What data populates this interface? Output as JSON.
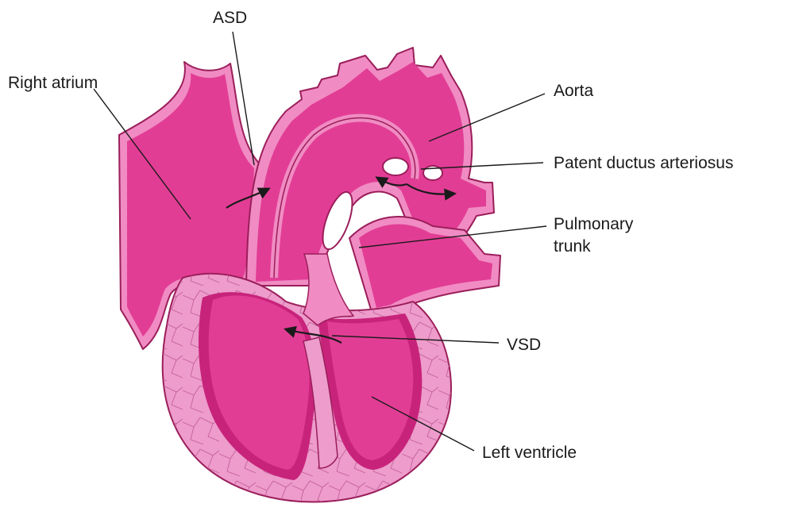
{
  "labels": {
    "asd": "ASD",
    "right_atrium": "Right atrium",
    "aorta": "Aorta",
    "pda": "Patent ductus arteriosus",
    "pulmonary_line1": "Pulmonary",
    "pulmonary_line2": "trunk",
    "vsd": "VSD",
    "left_ventricle": "Left ventricle"
  },
  "colors": {
    "tissue": "#e23d95",
    "wall": "#f08cc3",
    "myocardium": "#ed9ccb",
    "cavity_shadow": "#c8237b",
    "outline": "#9b1e5a"
  }
}
